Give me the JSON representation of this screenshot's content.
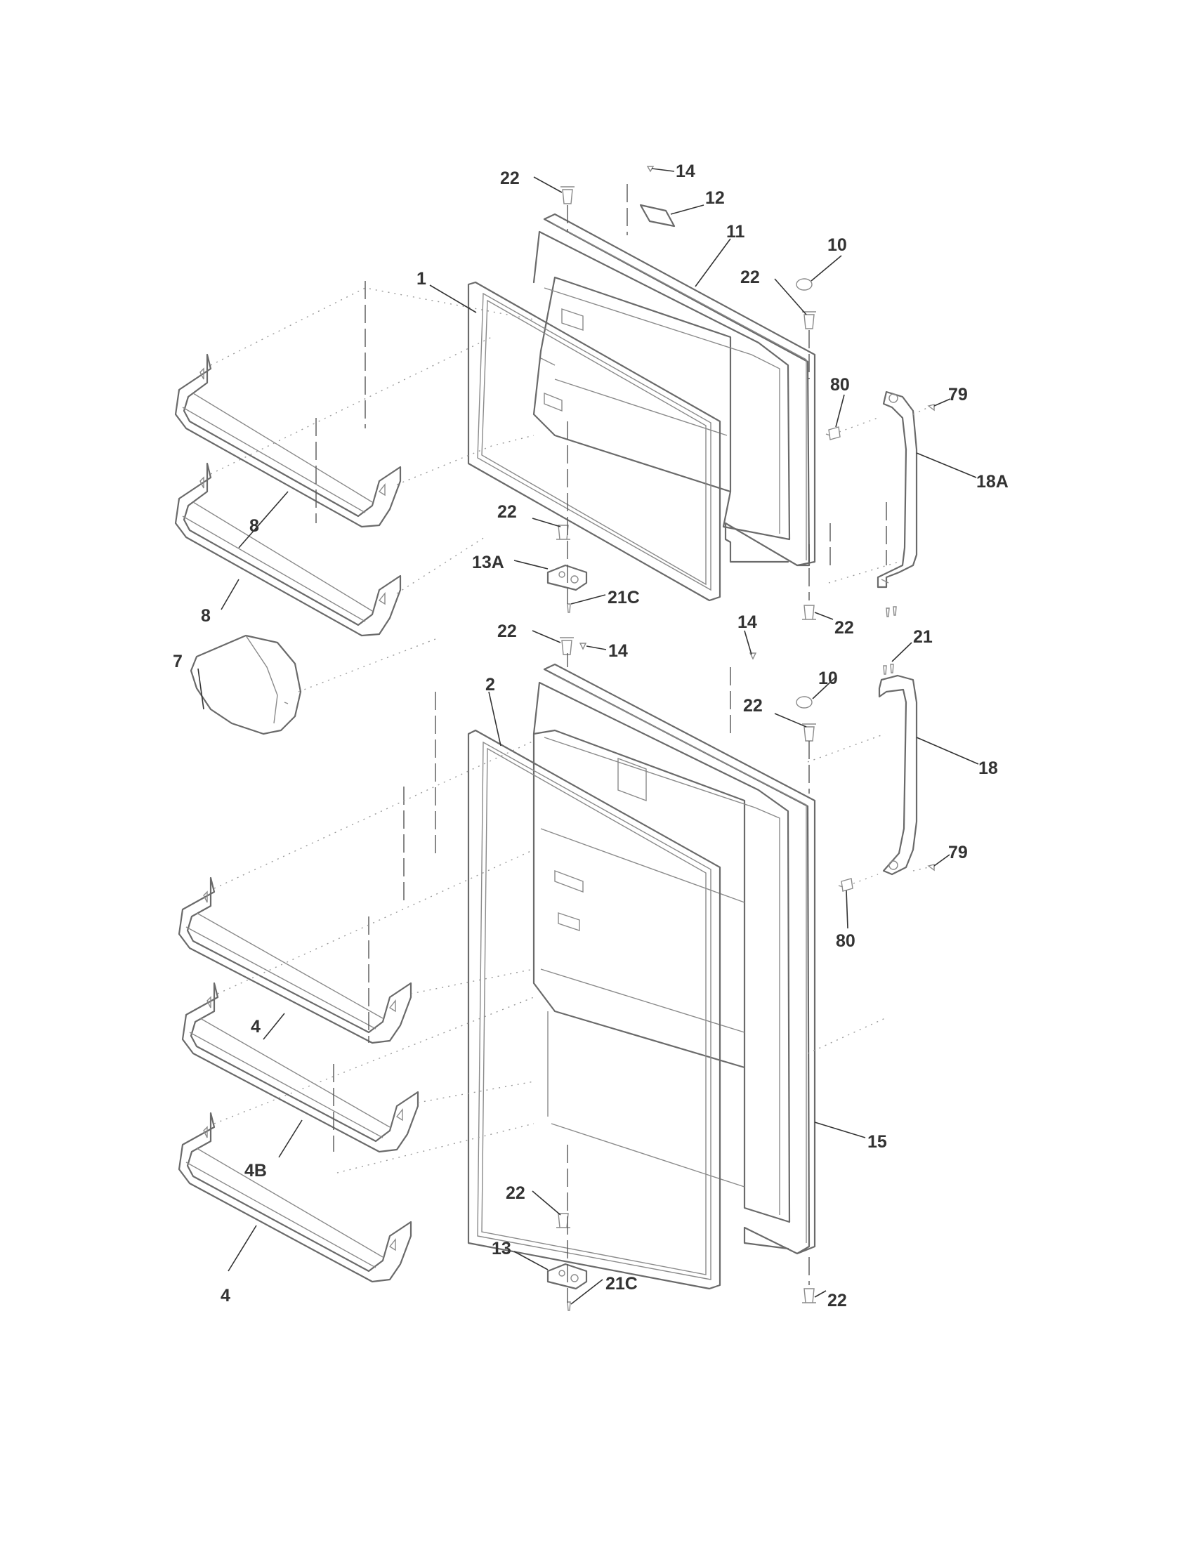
{
  "labels": {
    "l1": "1",
    "l2": "2",
    "l4a": "4",
    "l4b": "4",
    "l4B": "4B",
    "l7": "7",
    "l8a": "8",
    "l8b": "8",
    "l10a": "10",
    "l10b": "10",
    "l11": "11",
    "l12": "12",
    "l13": "13",
    "l13A": "13A",
    "l14a": "14",
    "l14b": "14",
    "l14c": "14",
    "l15": "15",
    "l18": "18",
    "l18A": "18A",
    "l21": "21",
    "l21Ca": "21C",
    "l21Cb": "21C",
    "l22a": "22",
    "l22b": "22",
    "l22c": "22",
    "l22d": "22",
    "l22e": "22",
    "l22f": "22",
    "l22g": "22",
    "l22h": "22",
    "l79a": "79",
    "l79b": "79",
    "l80a": "80",
    "l80b": "80"
  }
}
